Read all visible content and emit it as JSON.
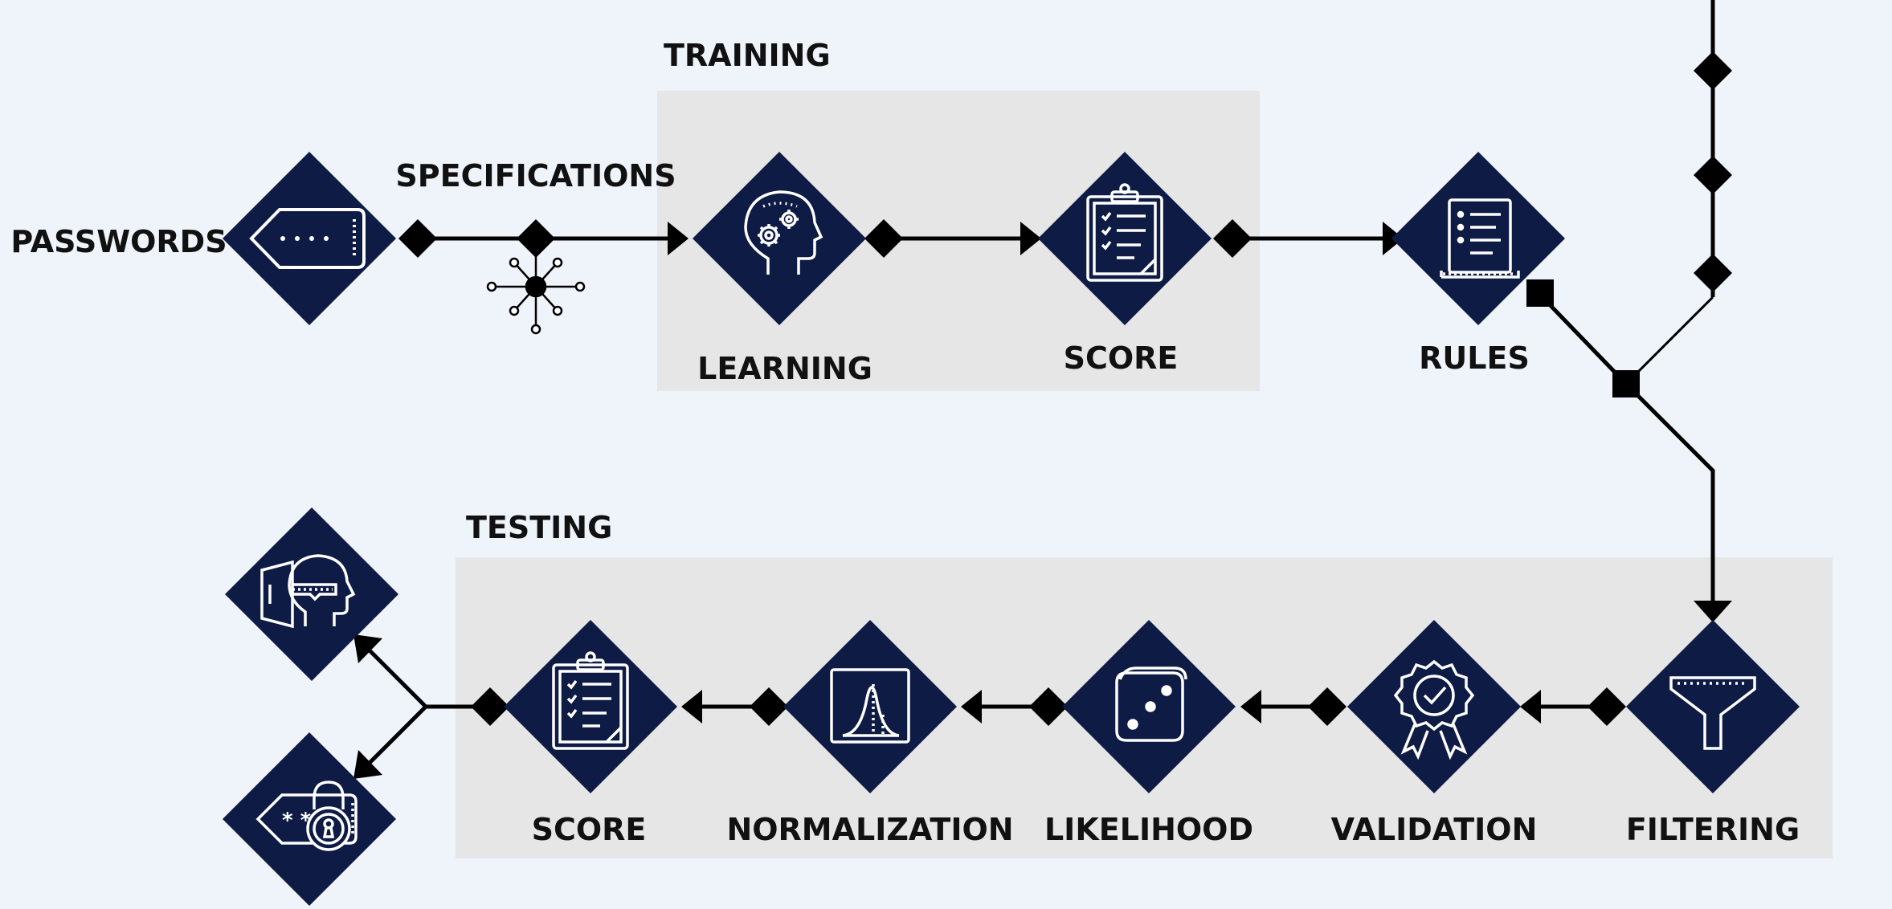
{
  "colors": {
    "background": "#eff3fa",
    "panel": "#e6e6e6",
    "node": "#0d1b45",
    "icon": "#ffffff",
    "line": "#000000",
    "text": "#111111"
  },
  "sections": {
    "training": "TRAINING",
    "testing": "TESTING"
  },
  "labels": {
    "passwords": "PASSWORDS",
    "specifications": "SPECIFICATIONS",
    "learning": "LEARNING",
    "score_training": "SCORE",
    "rules": "RULES",
    "filtering": "FILTERING",
    "validation": "VALIDATION",
    "likelihood": "LIKELIHOOD",
    "normalization": "NORMALIZATION",
    "score_testing": "SCORE"
  },
  "icons": {
    "passwords": "password-tag-icon",
    "specifications": "network-hub-icon",
    "learning": "head-gears-icon",
    "score_training": "clipboard-checklist-icon",
    "rules": "document-list-icon",
    "filtering": "funnel-icon",
    "validation": "certified-badge-icon",
    "likelihood": "dice-icon",
    "normalization": "bell-curve-icon",
    "score_testing": "clipboard-checklist-icon",
    "output_user": "face-recognition-icon",
    "output_lock": "password-lock-icon"
  }
}
